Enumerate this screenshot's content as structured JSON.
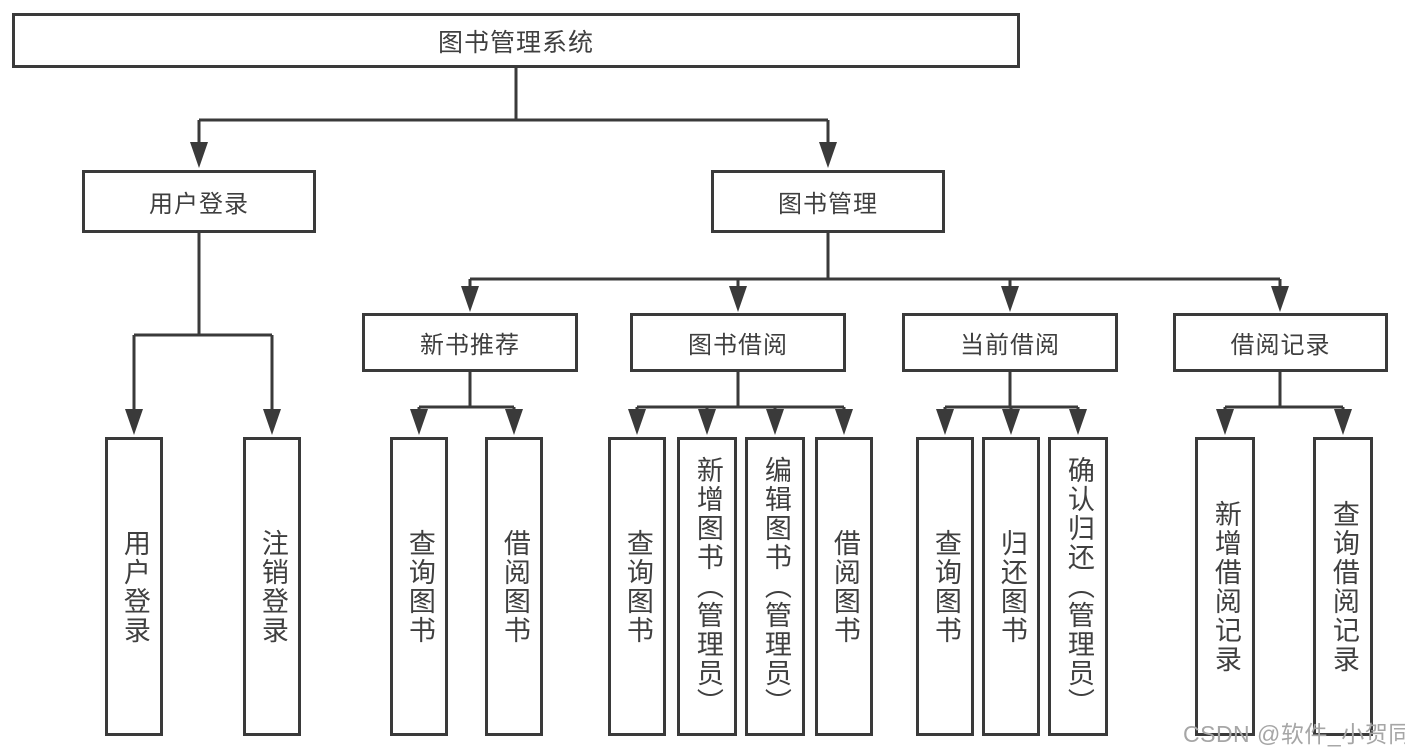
{
  "diagram": {
    "title": "图书管理系统",
    "root": {
      "label": "图书管理系统"
    },
    "level2": [
      {
        "label": "用户登录"
      },
      {
        "label": "图书管理"
      }
    ],
    "level3": [
      {
        "label": "新书推荐"
      },
      {
        "label": "图书借阅"
      },
      {
        "label": "当前借阅"
      },
      {
        "label": "借阅记录"
      }
    ],
    "leaves": {
      "user_login": [
        {
          "label": "用户登录"
        },
        {
          "label": "注销登录"
        }
      ],
      "new_book_recommend": [
        {
          "label": "查询图书"
        },
        {
          "label": "借阅图书"
        }
      ],
      "book_borrow": [
        {
          "label": "查询图书"
        },
        {
          "label": "新增图书（管理员）"
        },
        {
          "label": "编辑图书（管理员）"
        },
        {
          "label": "借阅图书"
        }
      ],
      "current_borrow": [
        {
          "label": "查询图书"
        },
        {
          "label": "归还图书"
        },
        {
          "label": "确认归还（管理员）"
        }
      ],
      "borrow_record": [
        {
          "label": "新增借阅记录"
        },
        {
          "label": "查询借阅记录"
        }
      ]
    },
    "watermark": "CSDN @软件_小贺同学",
    "colors": {
      "line": "#3a3a3a",
      "text": "#3f3f3f",
      "watermark": "#a6a6a6",
      "background": "#ffffff"
    }
  }
}
